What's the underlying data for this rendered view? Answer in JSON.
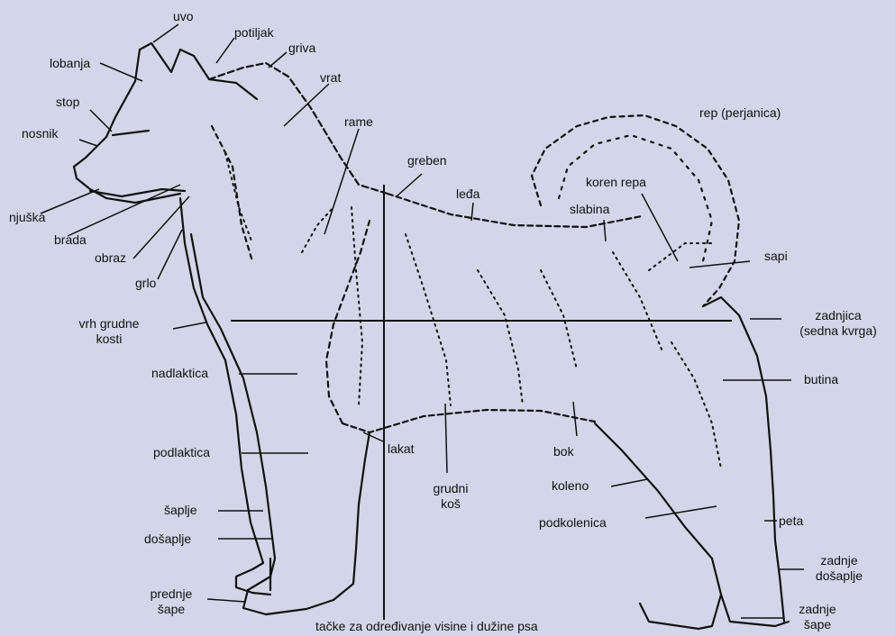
{
  "labels": {
    "uvo": "uvo",
    "potiljak": "potiljak",
    "lobanja": "lobanja",
    "griva": "griva",
    "vrat": "vrat",
    "stop": "stop",
    "nosnik": "nosnik",
    "rame": "rame",
    "rep": "rep (perjanica)",
    "greben": "greben",
    "leda": "leđa",
    "koren_repa": "koren repa",
    "njuska": "njuška",
    "slabina": "slabina",
    "brada": "brada",
    "obraz": "obraz",
    "sapi": "sapi",
    "grlo": "grlo",
    "vrh_grudne_kosti": "vrh grudne\nkosti",
    "zadnjica": "zadnjica\n(sedna kvrga)",
    "nadlaktica": "nadlaktica",
    "butina": "butina",
    "podlaktica": "podlaktica",
    "lakat": "lakat",
    "bok": "bok",
    "grudni_kos": "grudni\nkoš",
    "koleno": "koleno",
    "saplje": "šaplje",
    "podkolenica": "podkolenica",
    "peta": "peta",
    "dosaplje": "došaplje",
    "zadnje_dosaplje": "zadnje\ndošaplje",
    "prednje_sape": "prednje\nšape",
    "zadnje_sape": "zadnje\nšape",
    "caption": "tačke za određivanje visine i dužine psa"
  },
  "colors": {
    "background": "#d3d6e8",
    "ink": "#111111"
  }
}
